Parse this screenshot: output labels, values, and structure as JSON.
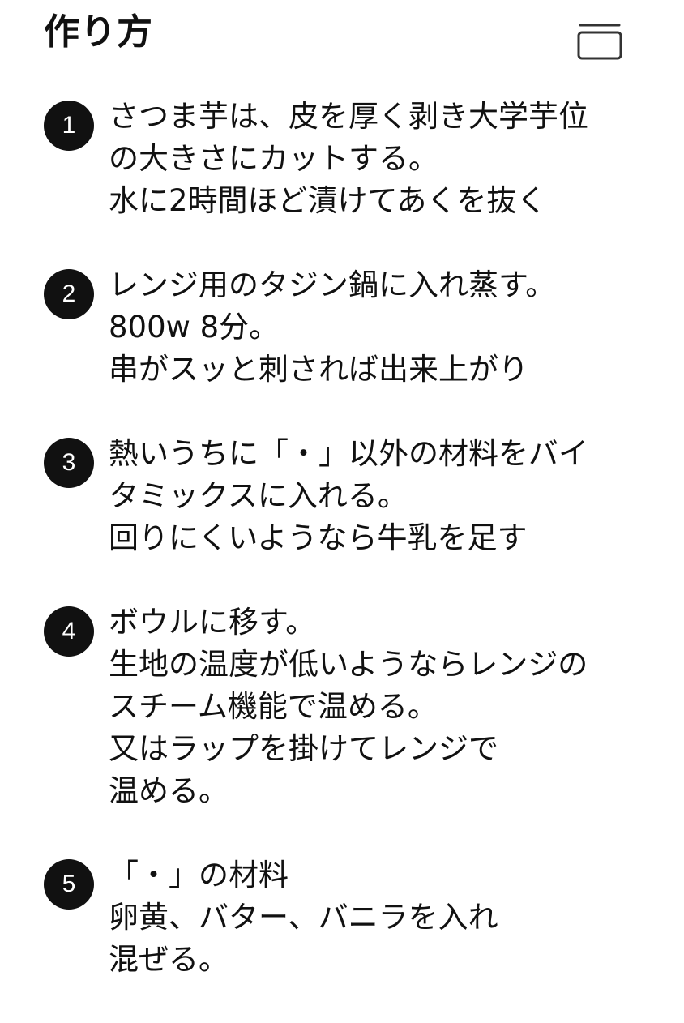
{
  "header": {
    "title": "作り方",
    "action_icon": "collapse-panel-icon"
  },
  "steps": [
    {
      "number": "1",
      "lines": [
        "さつま芋は、皮を厚く剥き大学芋位",
        "の大きさにカットする。",
        "水に2時間ほど漬けてあくを抜く"
      ]
    },
    {
      "number": "2",
      "lines": [
        "レンジ用のタジン鍋に入れ蒸す。",
        "800w 8分。",
        "串がスッと刺されば出来上がり"
      ]
    },
    {
      "number": "3",
      "lines": [
        "熱いうちに「・」以外の材料をバイ",
        "タミックスに入れる。",
        "回りにくいようなら牛乳を足す"
      ]
    },
    {
      "number": "4",
      "lines": [
        "ボウルに移す。",
        "生地の温度が低いようならレンジの",
        "スチーム機能で温める。",
        "又はラップを掛けてレンジで",
        "温める。"
      ]
    },
    {
      "number": "5",
      "lines": [
        "「・」の材料",
        "卵黄、バター、バニラを入れ",
        "混ぜる。"
      ]
    }
  ]
}
